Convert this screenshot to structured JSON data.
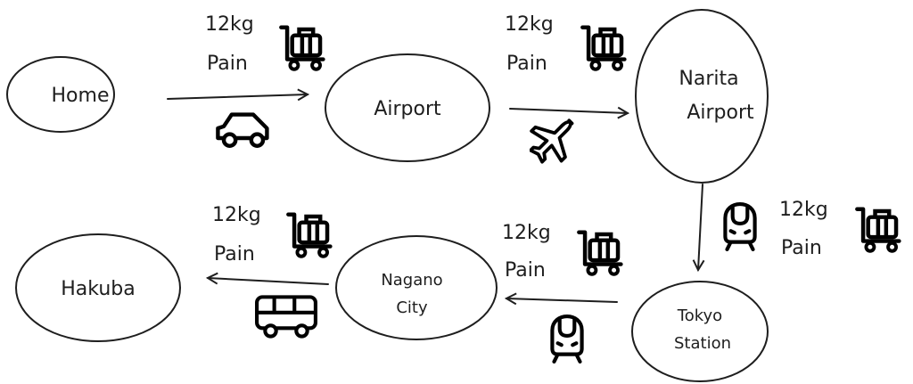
{
  "nodes": {
    "home": "Home",
    "airport": "Airport",
    "narita_1": "Narita",
    "narita_2": "Airport",
    "tokyo_1": "Tokyo",
    "tokyo_2": "Station",
    "nagano_1": "Nagano",
    "nagano_2": "City",
    "hakuba": "Hakuba"
  },
  "legs": [
    {
      "weight": "12kg",
      "note": "Pain",
      "transport": "car-icon"
    },
    {
      "weight": "12kg",
      "note": "Pain",
      "transport": "airplane-icon"
    },
    {
      "weight": "12kg",
      "note": "Pain",
      "transport": "train-icon"
    },
    {
      "weight": "12kg",
      "note": "Pain",
      "transport": "train-icon"
    },
    {
      "weight": "12kg",
      "note": "Pain",
      "transport": "bus-icon"
    }
  ],
  "colors": {
    "stroke": "#1e1e1e",
    "background": "#ffffff"
  }
}
